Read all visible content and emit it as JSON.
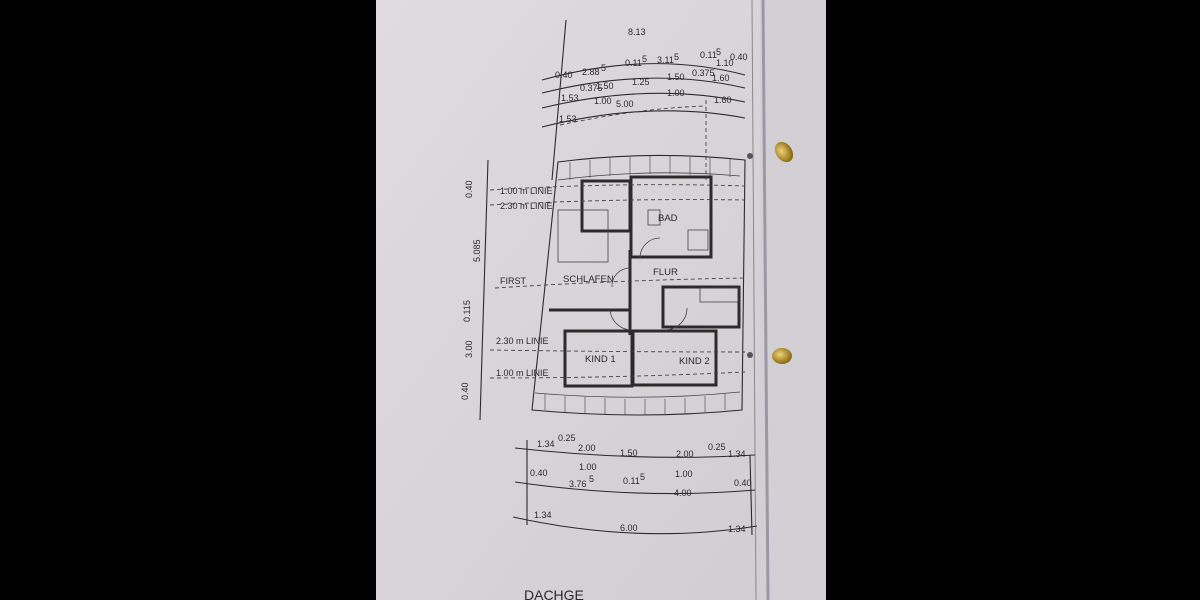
{
  "plan": {
    "top_total": "8.13",
    "top_row1": [
      "0.40",
      "2.88",
      "5",
      "0.11",
      "5",
      "3.11",
      "5",
      "0.11",
      "5",
      "0.40"
    ],
    "top_row1_extra": "1.10",
    "top_row2": [
      "1.53",
      "0.375",
      "1.50",
      "1.25",
      "1.50",
      "0.375",
      "1.60"
    ],
    "top_row3": [
      "1.00",
      "5.00",
      "1.00",
      "1.60"
    ],
    "top_row4": [
      "1.53"
    ],
    "left_dims": [
      "0.40",
      "5.085",
      "0.115",
      "3.00",
      "0.40"
    ],
    "line_labels": {
      "line_100_top": "1.00 m LINIE",
      "line_230_top": "2.30 m LINIE",
      "first": "FIRST",
      "line_230_bottom": "2.30 m LINIE",
      "line_100_bottom": "1.00 m LINIE"
    },
    "rooms": {
      "bad": "BAD",
      "schlafen": "SCHLAFEN",
      "flur": "FLUR",
      "kind1": "KIND 1",
      "kind2": "KIND 2"
    },
    "bottom_row1": [
      "1.34",
      "0.25",
      "2.00",
      "1.50",
      "2.00",
      "0.25",
      "1.34"
    ],
    "bottom_row1_sub": [
      "1.00",
      "1.00"
    ],
    "bottom_row2": [
      "0.40",
      "3.76",
      "5",
      "0.11",
      "5",
      "4.00",
      "0.40"
    ],
    "bottom_row3": [
      "1.34",
      "6.00",
      "1.34"
    ],
    "caption_partial": "DACHGE"
  },
  "colors": {
    "paper": "#d9d7da",
    "ink": "#2a2a2a",
    "background": "#000000",
    "clip": "#c9a227"
  }
}
